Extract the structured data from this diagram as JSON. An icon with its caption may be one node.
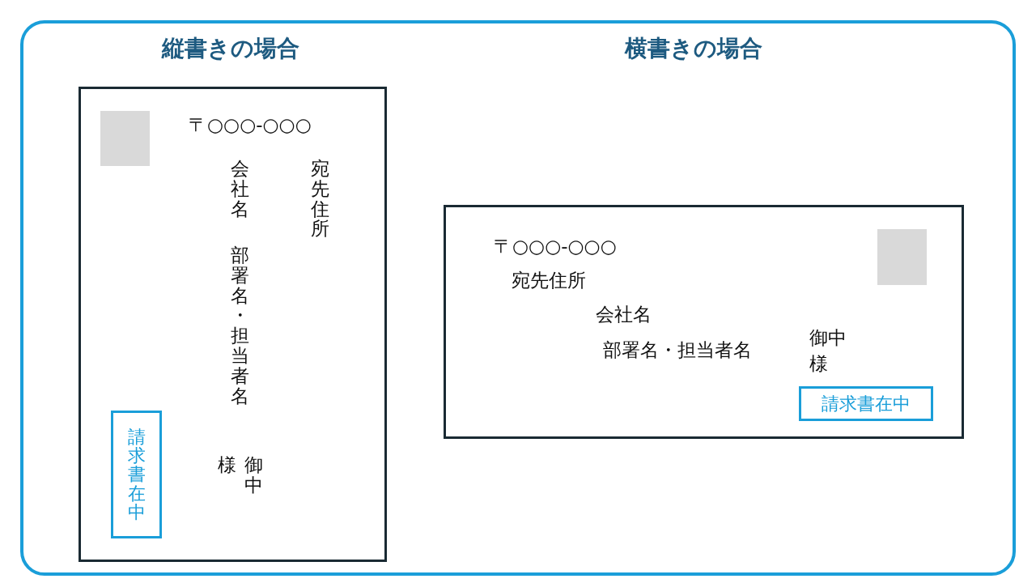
{
  "diagram": {
    "nodes": [
      {
        "text": [
          "〒○○○-○○○",
          "宛先住所",
          "会社名",
          "部署名・担当者名",
          "御中",
          "様"
        ]
      },
      {
        "text": [],
        "shape": "box",
        "in": 0
      },
      {
        "text": [
          "請求書在中"
        ],
        "in": 0
      },
      {
        "text": [
          "〒○○○-○○○",
          "宛先住所",
          "会社名",
          "部署名・担当者名",
          "御中",
          "様"
        ]
      },
      {
        "text": [],
        "shape": "box",
        "in": 3
      },
      {
        "text": [
          "請求書在中"
        ],
        "in": 3
      }
    ],
    "edges": [],
    "labels": [
      "縦書きの場合",
      "横書きの場合"
    ]
  }
}
